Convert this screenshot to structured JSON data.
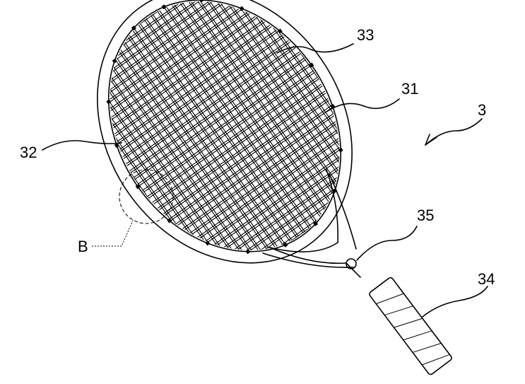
{
  "figure": {
    "labels": {
      "racket": "3",
      "frame": "31",
      "strings": "32",
      "string_end": "33",
      "grip": "34",
      "bumper": "35",
      "detail": "B"
    }
  }
}
